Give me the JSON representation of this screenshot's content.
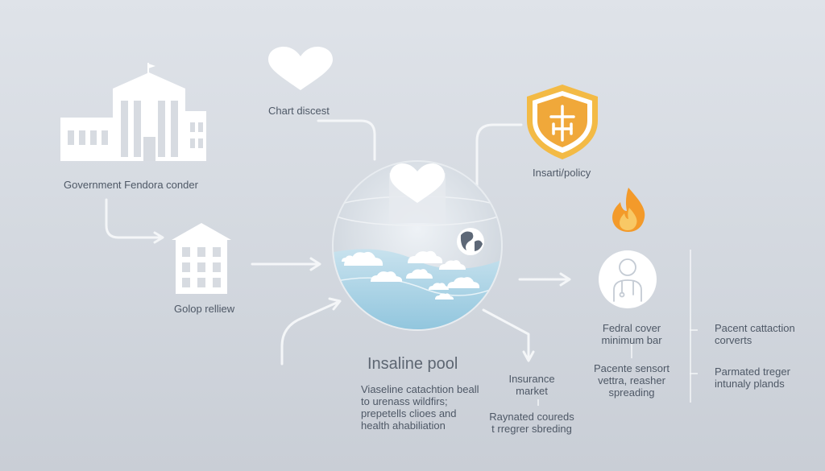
{
  "colors": {
    "background": "#d8dce2",
    "icon_white": "#ffffff",
    "shield_orange": "#f0a83a",
    "flame_orange": "#f39a2a",
    "water_blue": "#9ccbe0",
    "connector": "#f4f6f8"
  },
  "labels": {
    "chart_disease": "Chart discest",
    "government": "Government Fendora conder",
    "insurance_policy": "Insarti/policy",
    "group_review": "Golop relliew",
    "pool_title": "Insaline pool",
    "pool_description": [
      "Viaseline catachtion beall",
      "to urenass wildfirs;",
      "prepetells clioes and",
      "health ahabiliation"
    ],
    "insurance_market": [
      "Insurance",
      "market"
    ],
    "raynated": [
      "Raynated coureds",
      "t rregrer sbreding"
    ],
    "federal_cover": [
      "Fedral cover",
      "minimum bar"
    ],
    "pacente_sensort": [
      "Pacente sensort",
      "vettra, reasher",
      "spreading"
    ],
    "pacent_cattaction": [
      "Pacent cattaction",
      "corverts"
    ],
    "parmated": [
      "Parmated treger",
      "intunaly plands"
    ]
  },
  "icons": [
    "government-building-icon",
    "heart-icon",
    "shield-cross-icon",
    "small-building-icon",
    "flame-icon",
    "person-avatar-icon",
    "globe-icon",
    "cloud-icon"
  ]
}
